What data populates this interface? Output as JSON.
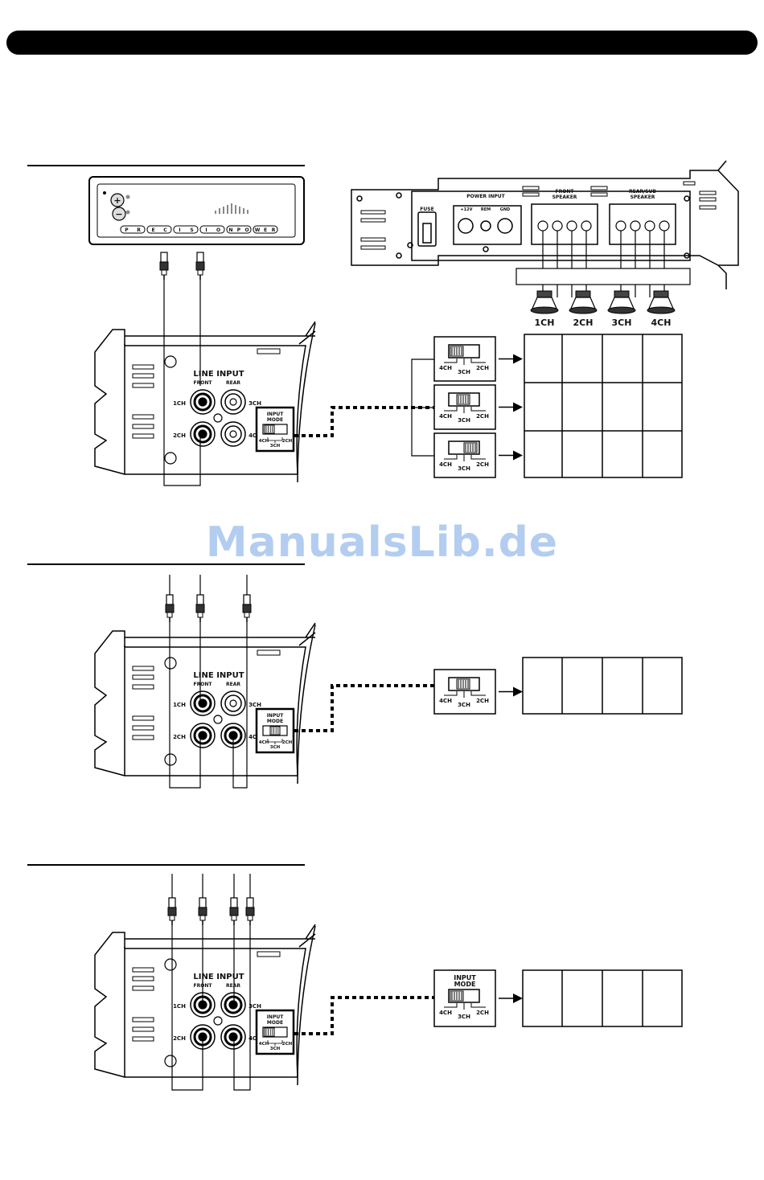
{
  "watermark": "ManualsLib.de",
  "amplifier": {
    "fuse": "FUSE",
    "power_input": "POWER INPUT",
    "plus12v": "+12V",
    "rem": "REM",
    "gnd": "GND",
    "front_speaker": [
      "FRONT",
      "SPEAKER"
    ],
    "rear_sub_speaker": [
      "REAR/SUB",
      "SPEAKER"
    ]
  },
  "head_unit": {
    "buttons": [
      "P",
      "R",
      "E",
      "C",
      "I",
      "S",
      "I",
      "O",
      "N",
      "P",
      "O",
      "W",
      "E",
      "R"
    ],
    "plus": "+",
    "minus": "−"
  },
  "channels": [
    "1CH",
    "2CH",
    "3CH",
    "4CH"
  ],
  "line_input": {
    "title": "LINE INPUT",
    "front": "FRONT",
    "rear": "REAR",
    "ch1": "1CH",
    "ch2": "2CH",
    "ch3": "3CH",
    "ch4": "4CH"
  },
  "input_mode": {
    "title_line1": "INPUT",
    "title_line2": "MODE",
    "left": "4CH",
    "middle": "3CH",
    "right": "2CH"
  },
  "switch_positions": {
    "section1": [
      "4CH",
      "3CH",
      "2CH"
    ],
    "section2": "3CH",
    "section3": "4CH"
  }
}
